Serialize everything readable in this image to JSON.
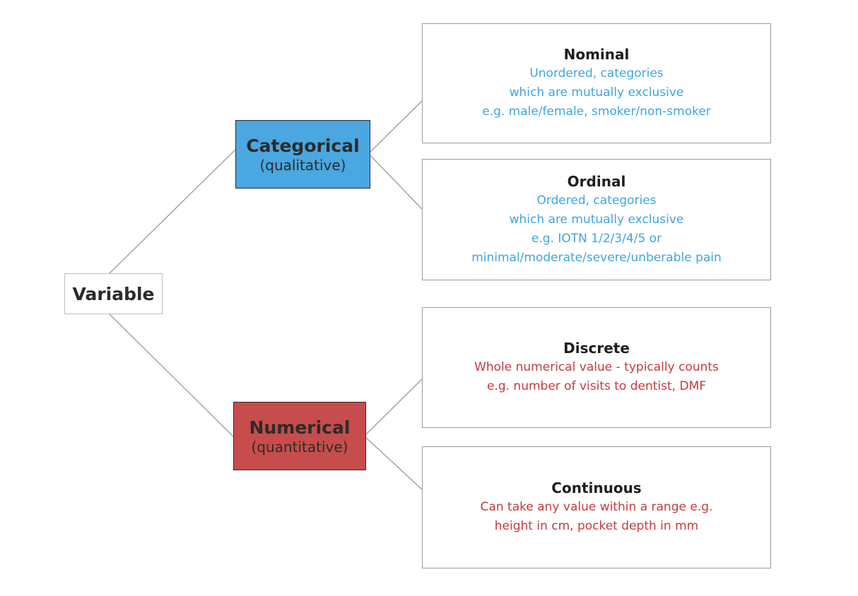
{
  "root": {
    "label": "Variable"
  },
  "categorical": {
    "title": "Categorical",
    "subtitle": "(qualitative)",
    "color": "#4aa7e0",
    "children": [
      {
        "title": "Nominal",
        "lines": [
          "Unordered, categories",
          "which are mutually exclusive",
          "e.g. male/female, smoker/non-smoker"
        ]
      },
      {
        "title": "Ordinal",
        "lines": [
          "Ordered, categories",
          "which are mutually exclusive",
          "e.g. IOTN 1/2/3/4/5 or",
          "minimal/moderate/severe/unberable pain"
        ]
      }
    ]
  },
  "numerical": {
    "title": "Numerical",
    "subtitle": "(quantitative)",
    "color": "#c64d4b",
    "children": [
      {
        "title": "Discrete",
        "lines": [
          "Whole numerical value - typically counts",
          "e.g. number of visits to dentist, DMF"
        ]
      },
      {
        "title": "Continuous",
        "lines": [
          "Can take any value within a range e.g.",
          "height in cm, pocket depth in mm"
        ]
      }
    ]
  },
  "colors": {
    "categorical_text": "#3ea5e0",
    "numerical_text": "#c43a3f",
    "connector": "#9a9a9a"
  }
}
